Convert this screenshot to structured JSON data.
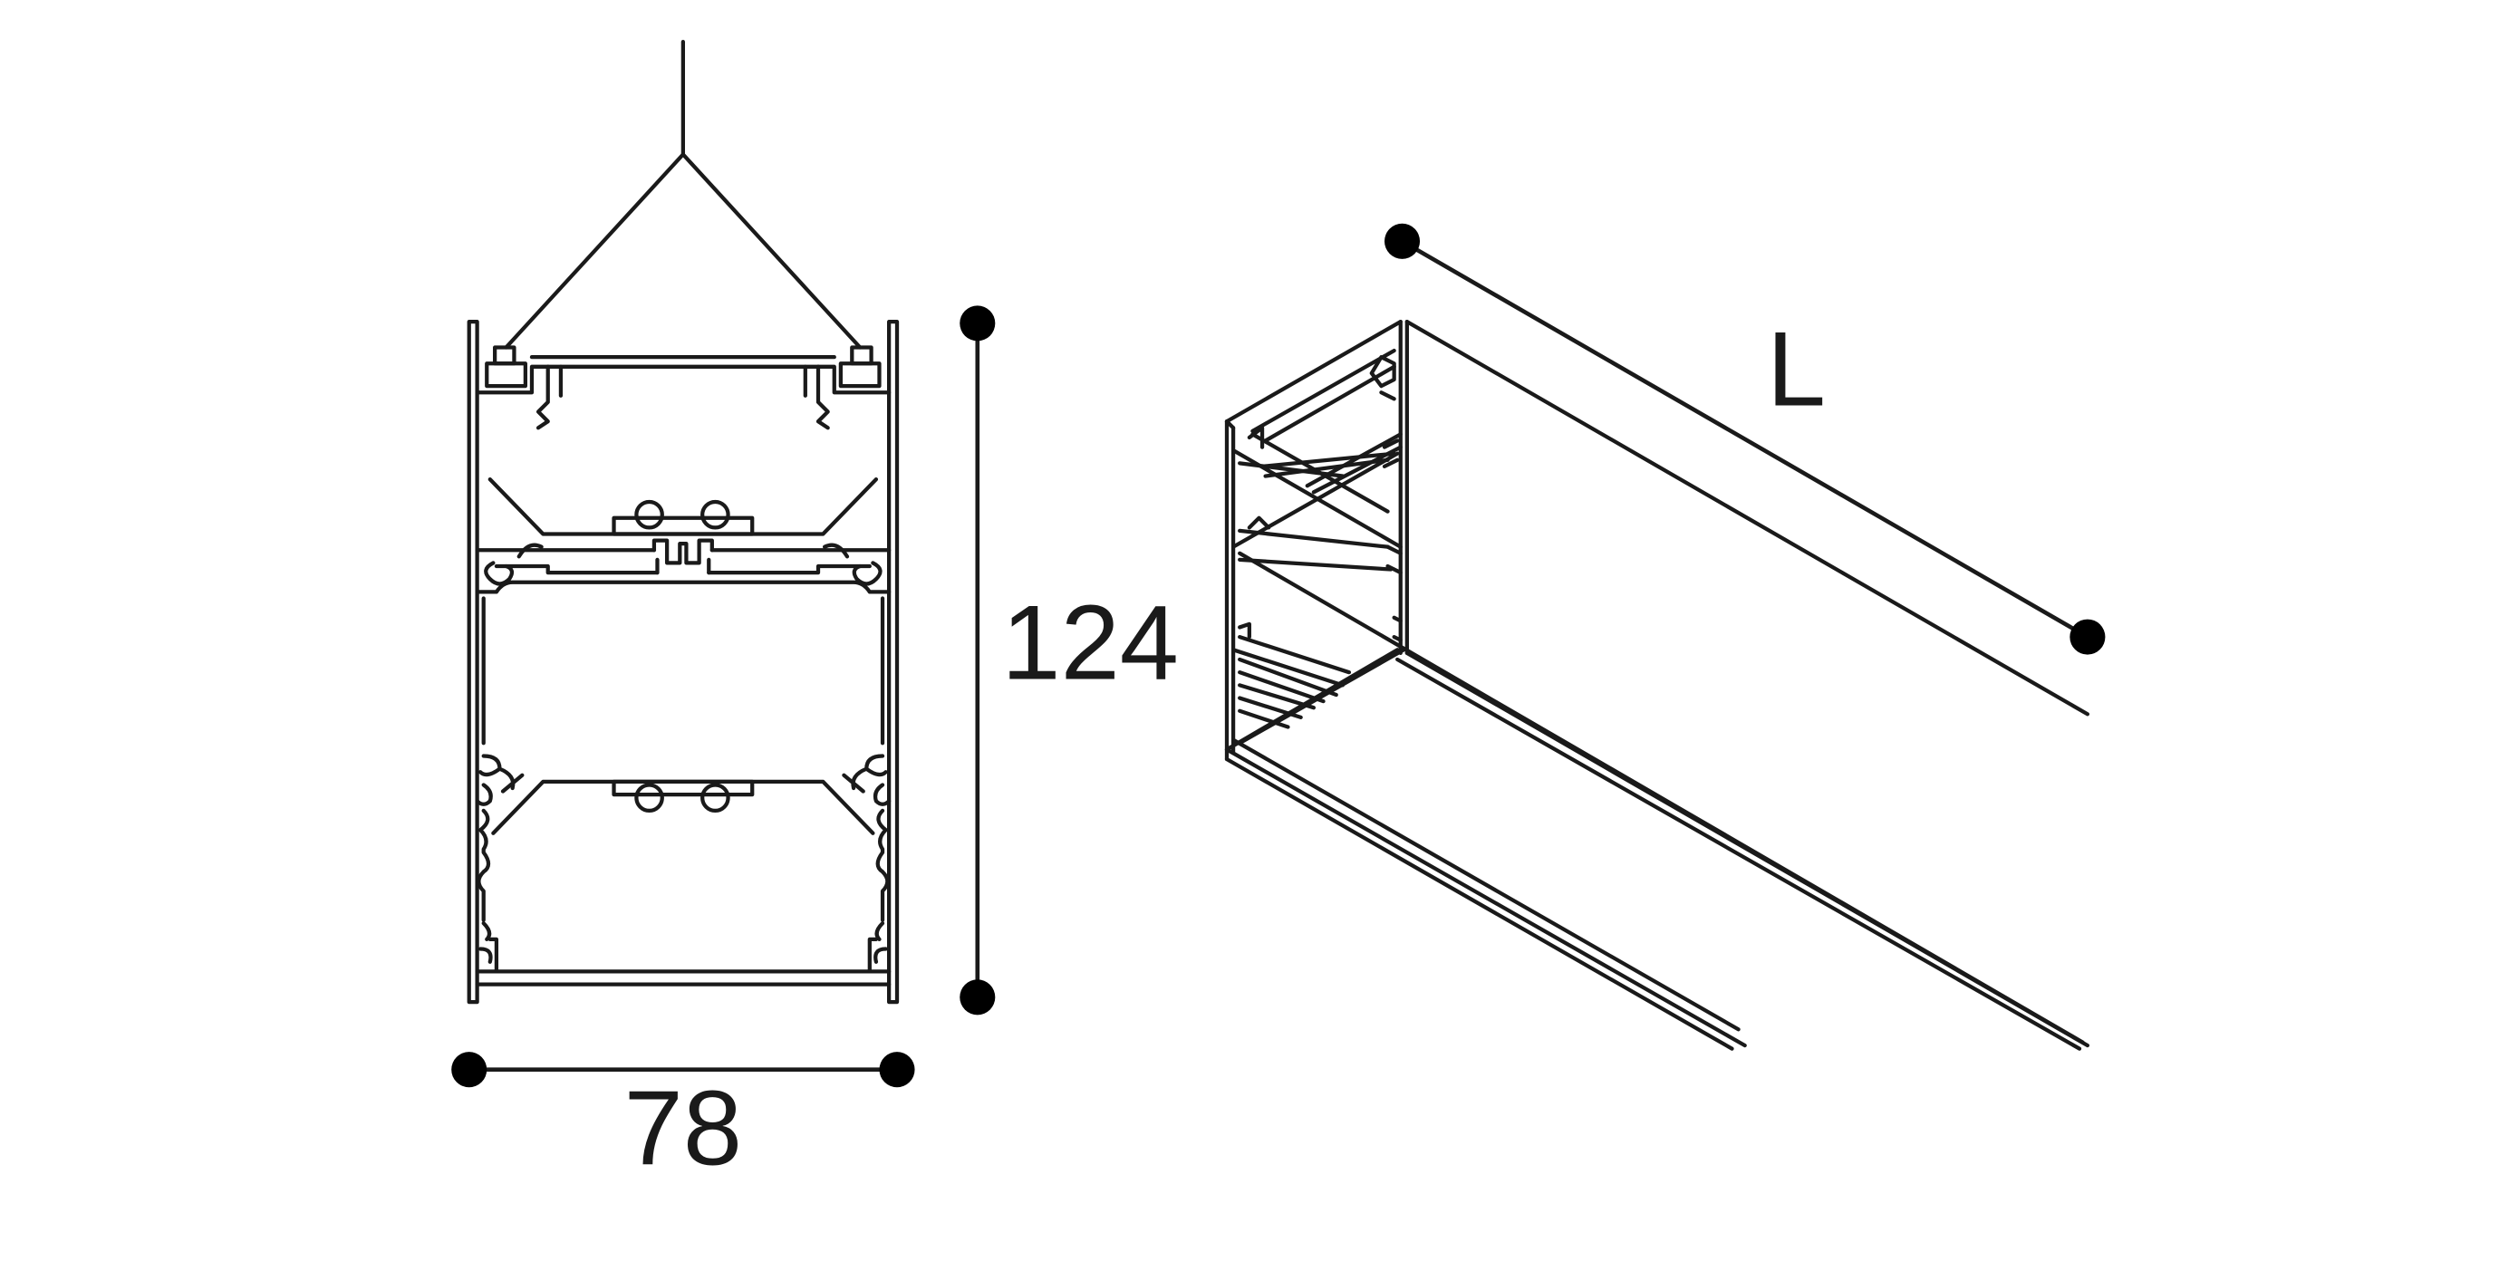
{
  "dimensions": {
    "width": {
      "value": "78"
    },
    "height": {
      "value": "124"
    },
    "length": {
      "value": "L"
    }
  },
  "colors": {
    "line": "#1a1a1a",
    "dot": "#000000",
    "background": "#ffffff"
  }
}
